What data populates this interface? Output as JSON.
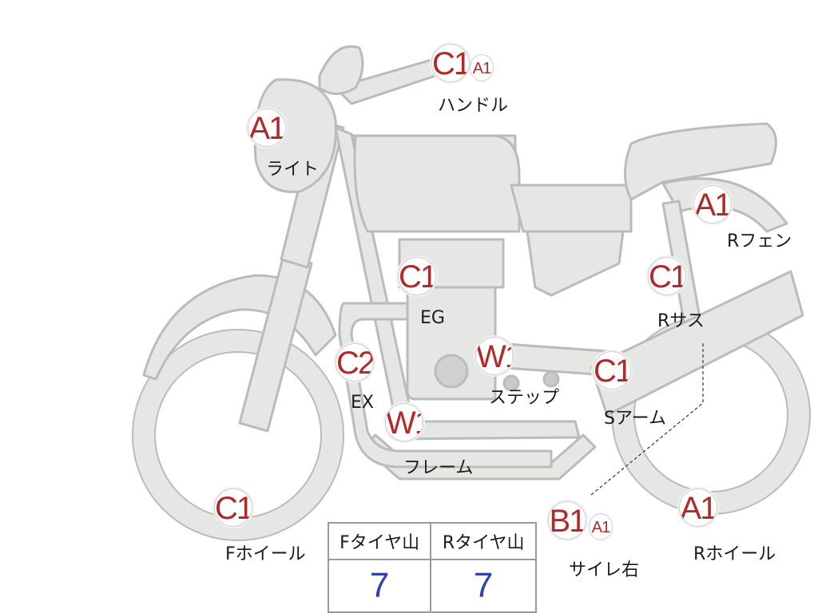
{
  "colors": {
    "body_fill": "#e5e7e4",
    "body_stroke": "#b9bcba",
    "grade_text": "#b02a2a",
    "value_text": "#2a44a8"
  },
  "components": {
    "handle": {
      "grade": "C1",
      "sub": "A1",
      "label": "ハンドル"
    },
    "light": {
      "grade": "A1",
      "label": "ライト"
    },
    "rear_fender": {
      "grade": "A1",
      "label": "Rフェン"
    },
    "engine": {
      "grade": "C1",
      "label": "EG"
    },
    "rear_suspension": {
      "grade": "C1",
      "label": "Rサス"
    },
    "exhaust": {
      "grade": "C2",
      "label": "EX"
    },
    "step": {
      "grade": "W1",
      "label": "ステップ"
    },
    "swing_arm": {
      "grade": "C1",
      "label": "Sアーム"
    },
    "frame": {
      "grade": "W1",
      "label": "フレーム"
    },
    "front_wheel": {
      "grade": "C1",
      "label": "Fホイール"
    },
    "muffler_right": {
      "grade": "B1",
      "sub": "A1",
      "label": "サイレ右"
    },
    "rear_wheel": {
      "grade": "A1",
      "label": "Rホイール"
    }
  },
  "tire_table": {
    "front_header": "Fタイヤ山",
    "rear_header": "Rタイヤ山",
    "front_value": "7",
    "rear_value": "7"
  }
}
